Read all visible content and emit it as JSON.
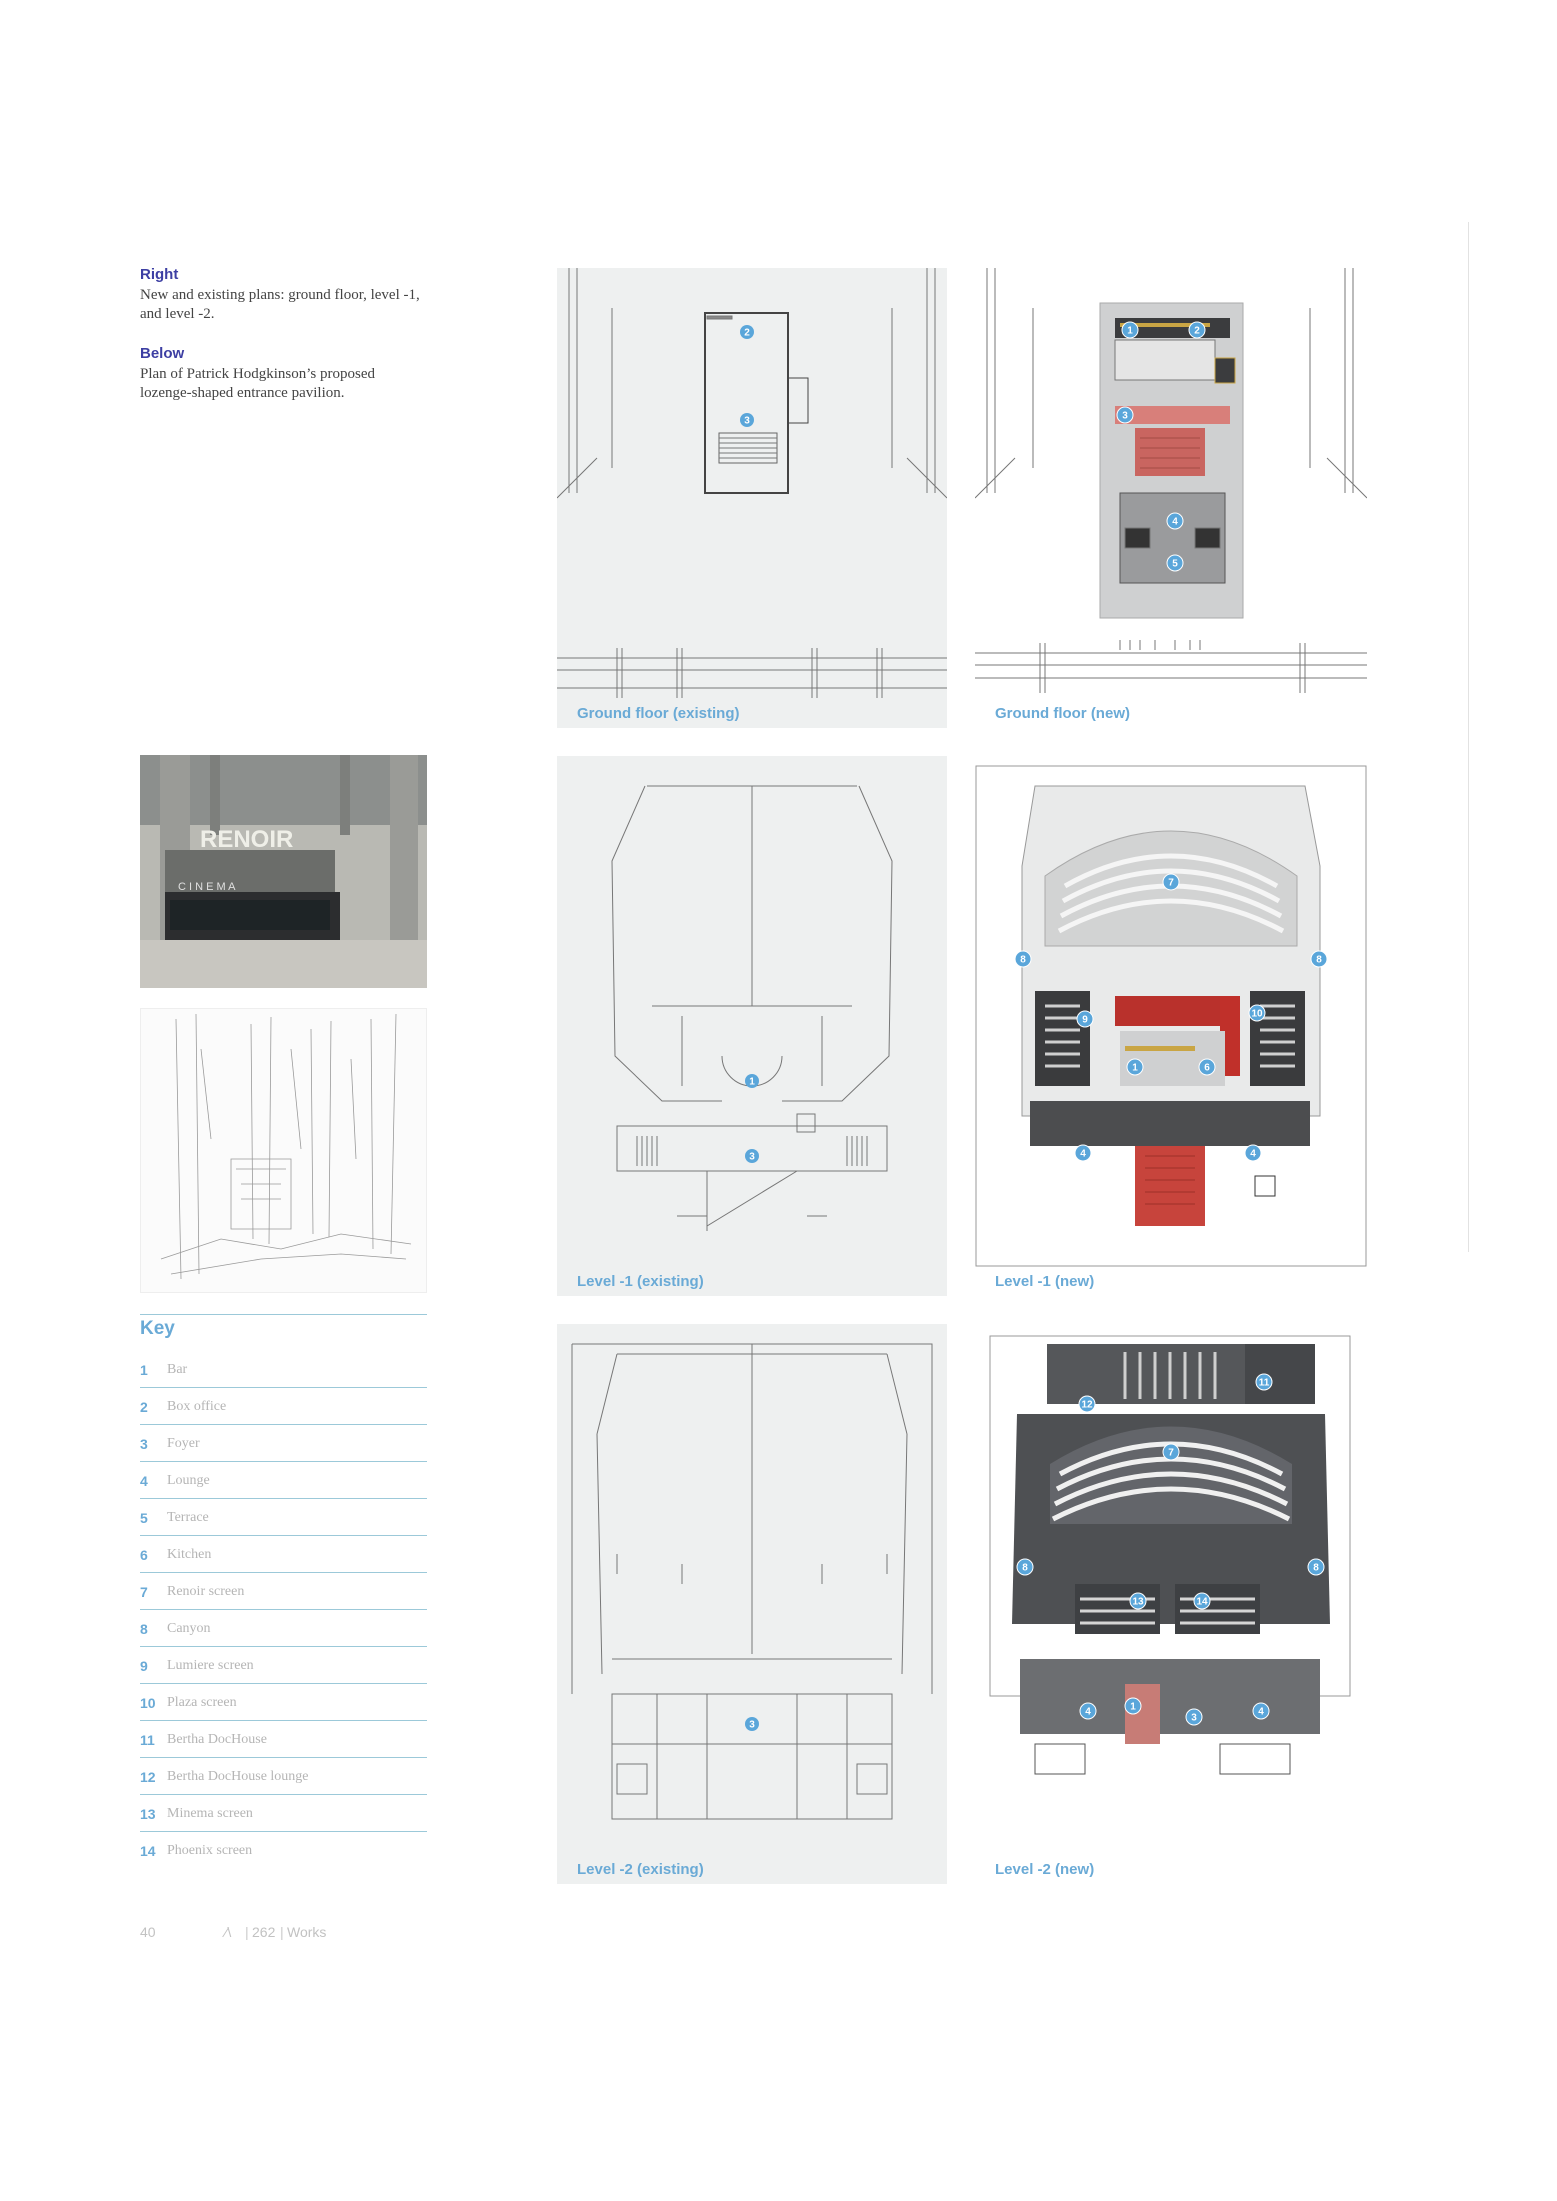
{
  "captions": {
    "right_head": "Right",
    "right_body": "New and existing plans: ground floor, level -1, and level -2.",
    "below_head": "Below",
    "below_body": "Plan of Patrick Hodgkinson’s proposed lozenge-shaped entrance pavilion."
  },
  "photo": {
    "sign_top": "RENOIR",
    "sign_bottom": "C I N E M A"
  },
  "plans": {
    "ground_existing": "Ground floor (existing)",
    "ground_new": "Ground floor (new)",
    "l1_existing": "Level -1 (existing)",
    "l1_new": "Level -1 (new)",
    "l2_existing": "Level -2 (existing)",
    "l2_new": "Level -2 (new)"
  },
  "markers": {
    "ge": [
      "2",
      "3"
    ],
    "gn": [
      "1",
      "2",
      "3",
      "4",
      "5"
    ],
    "l1e": [
      "1",
      "3"
    ],
    "l1n": [
      "7",
      "8",
      "8",
      "9",
      "10",
      "1",
      "6",
      "4",
      "4"
    ],
    "l2e": [
      "3"
    ],
    "l2n": [
      "11",
      "12",
      "7",
      "8",
      "8",
      "13",
      "14",
      "1",
      "3",
      "4",
      "4"
    ]
  },
  "key": {
    "title": "Key",
    "items": [
      {
        "num": "1",
        "label": "Bar"
      },
      {
        "num": "2",
        "label": "Box office"
      },
      {
        "num": "3",
        "label": "Foyer"
      },
      {
        "num": "4",
        "label": "Lounge"
      },
      {
        "num": "5",
        "label": "Terrace"
      },
      {
        "num": "6",
        "label": "Kitchen"
      },
      {
        "num": "7",
        "label": "Renoir screen"
      },
      {
        "num": "8",
        "label": "Canyon"
      },
      {
        "num": "9",
        "label": "Lumiere screen"
      },
      {
        "num": "10",
        "label": "Plaza screen"
      },
      {
        "num": "11",
        "label": "Bertha DocHouse"
      },
      {
        "num": "12",
        "label": "Bertha DocHouse lounge"
      },
      {
        "num": "13",
        "label": "Minema screen"
      },
      {
        "num": "14",
        "label": "Phoenix screen"
      }
    ]
  },
  "footer": {
    "page": "40",
    "issue": "262",
    "section": "Works"
  },
  "colors": {
    "accent_blue": "#6aaad6",
    "heading_blue": "#3d3fa3",
    "foyer_red": "#c83a32",
    "plan_dark": "#55575a"
  }
}
